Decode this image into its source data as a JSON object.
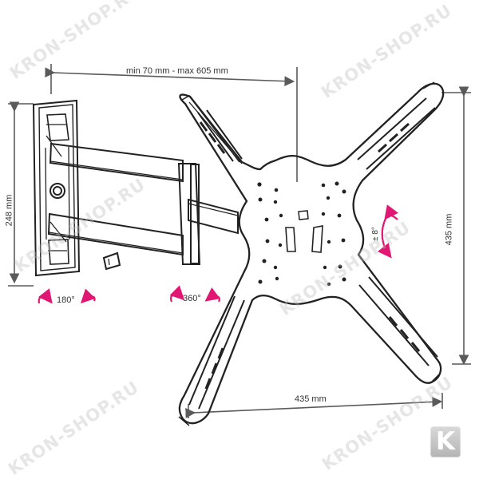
{
  "labels": {
    "top_dimension": "min 70 mm - max 605 mm",
    "left_dimension": "248 mm",
    "right_dimension": "435 mm",
    "bottom_dimension": "435 mm",
    "rotate_left": "180°",
    "rotate_middle": "360°",
    "tilt": "± 8°"
  },
  "watermark": {
    "text": "KRON-SHOP.RU"
  },
  "logo": {
    "letter": "K"
  },
  "colors": {
    "line": "#222222",
    "accent": "#e01873",
    "dimension": "#5a5a5a",
    "watermark": "#bfbfbf"
  }
}
